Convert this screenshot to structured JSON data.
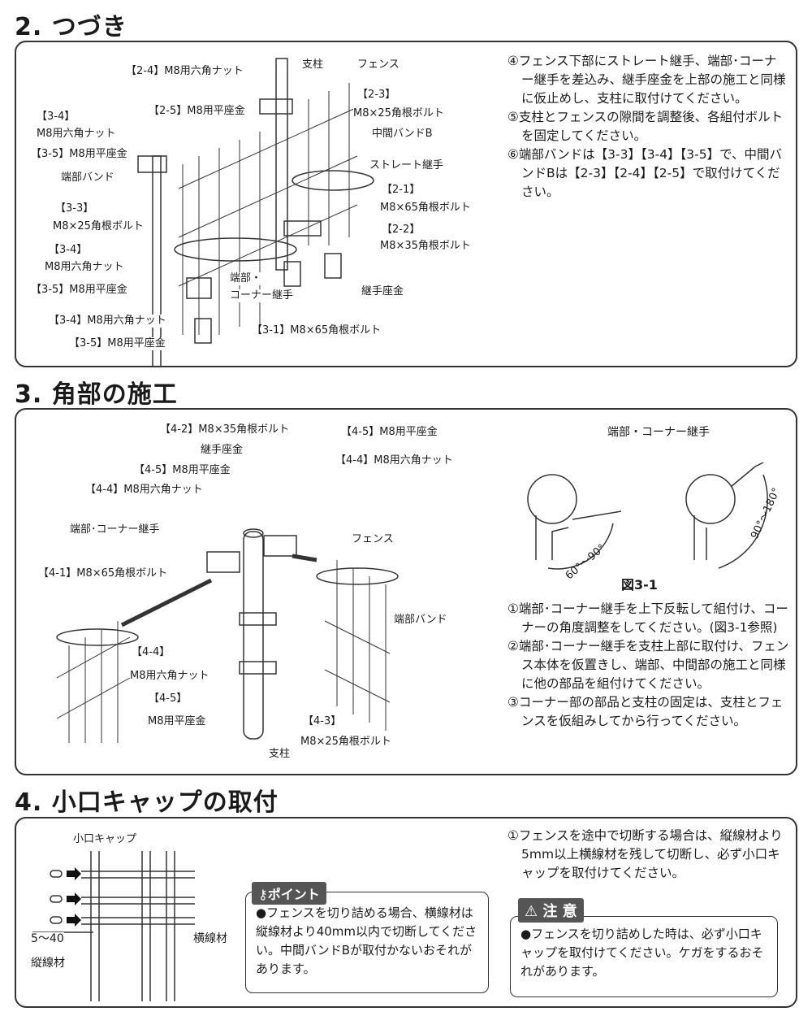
{
  "s2": {
    "title": "2. つづき",
    "labels": [
      "【2-4】M8用六角ナット",
      "支柱",
      "フェンス",
      "【2-3】",
      "M8×25角根ボルト",
      "【2-5】M8用平座金",
      "【3-4】",
      "M8用六角ナット",
      "【3-5】M8用平座金",
      "中間バンドB",
      "ストレート継手",
      "端部バンド",
      "【2-1】",
      "M8×65角根ボルト",
      "【3-3】",
      "M8×25角根ボルト",
      "【2-2】",
      "M8×35角根ボルト",
      "【3-4】",
      "M8用六角ナット",
      "【3-5】M8用平座金",
      "端部・",
      "コーナー継手",
      "継手座金",
      "【3-4】M8用六角ナット",
      "【3-1】M8×65角根ボルト",
      "【3-5】M8用平座金"
    ],
    "steps": [
      "④フェンス下部にストレート継手、端部･コーナー継手を差込み、継手座金を上部の施工と同様に仮止めし、支柱に取付けてください。",
      "⑤支柱とフェンスの隙間を調整後、各組付ボルトを固定してください。",
      "⑥端部バンドは【3-3】【3-4】【3-5】で、中間バンドBは【2-3】【2-4】【2-5】で取付けてください。"
    ]
  },
  "s3": {
    "title": "3. 角部の施工",
    "labels": [
      "【4-2】M8×35角根ボルト",
      "【4-5】M8用平座金",
      "継手座金",
      "【4-5】M8用平座金",
      "【4-4】M8用六角ナット",
      "【4-4】M8用六角ナット",
      "端部･コーナー継手",
      "フェンス",
      "【4-1】M8×65角根ボルト",
      "端部バンド",
      "【4-4】",
      "M8用六角ナット",
      "【4-5】",
      "M8用平座金",
      "【4-3】",
      "M8×25角根ボルト",
      "支柱"
    ],
    "figure": {
      "label": "端部・コーナー継手",
      "angle1": "60°〜90°",
      "angle2": "90°〜180°",
      "caption": "図3-1"
    },
    "steps": [
      "①端部･コーナー継手を上下反転して組付け、コーナーの角度調整をしてください。(図3-1参照)",
      "②端部･コーナー継手を支柱上部に取付け、フェンス本体を仮置きし、端部、中間部の施工と同様に他の部品を組付けてください。",
      "③コーナー部の部品と支柱の固定は、支柱とフェンスを仮組みしてから行ってください。"
    ]
  },
  "s4": {
    "title": "4. 小口キャップの取付",
    "labels": {
      "cap": "小口キャップ",
      "dim": "5〜40",
      "vertical": "縦線材",
      "horizontal": "横線材"
    },
    "point": {
      "tag": "ポイント",
      "text": "●フェンスを切り詰める場合、横線材は縦線材より40mm以内で切断してください。中間バンドBが取付かないおそれがあります。"
    },
    "step": "①フェンスを途中で切断する場合は、縦線材より5mm以上横線材を残して切断し、必ず小口キャップを取付けてください。",
    "caution": {
      "tag": "注 意",
      "text": "●フェンスを切り詰めした時は、必ず小口キャップを取付けてください。ケガをするおそれがあります。"
    }
  }
}
